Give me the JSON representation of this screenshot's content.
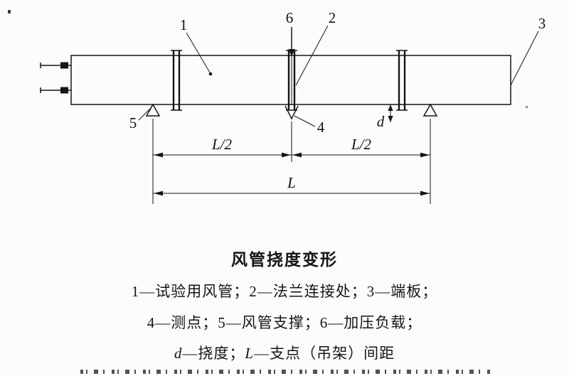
{
  "figure": {
    "title": "风管挠度变形",
    "legend": {
      "line1": "1—试验用风管；2—法兰连接处；3—端板；",
      "line2": "4—测点；5—风管支撑；6—加压负载；",
      "line3_d": "d",
      "line3_mid": "—挠度；",
      "line3_L": "L",
      "line3_rest": "—支点（吊架）间距"
    }
  },
  "diagram": {
    "labels": {
      "n1": "1",
      "n2": "2",
      "n3": "3",
      "n4": "4",
      "n5": "5",
      "n6": "6",
      "half_left": "L/2",
      "half_right": "L/2",
      "total": "L",
      "deflection": "d"
    }
  }
}
